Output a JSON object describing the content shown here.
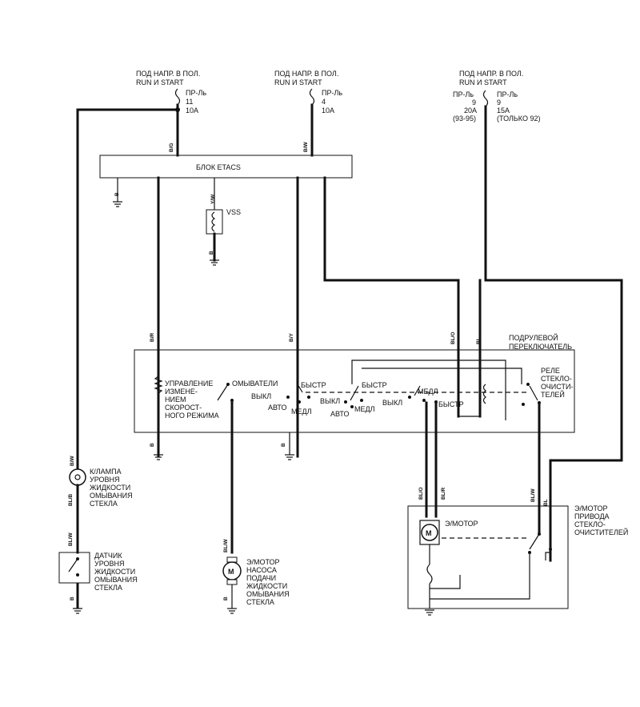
{
  "supplies": [
    {
      "line1": "ПОД НАПР. В ПОЛ.",
      "line2": "RUN И   START",
      "fuse": "ПР-Ль",
      "num": "11",
      "amp": "10A"
    },
    {
      "line1": "ПОД НАПР. В ПОЛ.",
      "line2": "RUN И   START",
      "fuse": "ПР-Ль",
      "num": "4",
      "amp": "10A"
    },
    {
      "line1": "ПОД НАПР. В ПОЛ.",
      "line2": "RUN И   START",
      "fuse_a": "ПР-Ль",
      "num_a": "9",
      "amp_a": "20A",
      "note_a": "(93-95)",
      "fuse_b": "ПР-Ль",
      "num_b": "9",
      "amp_b": "15A",
      "note_b": "(ТОЛЬКО 92)"
    }
  ],
  "etacs_label": "БЛОК ETACS",
  "vss_label": "VSS",
  "switch_block": {
    "title_line1": "ПОДРУЛЕВОЙ",
    "title_line2": "ПЕРЕКЛЮЧАТЕЛЬ",
    "speed_ctrl": [
      "УПРАВЛЕНИЕ",
      "ИЗМЕНЕ-",
      "НИЕМ",
      "СКОРОСТ-",
      "НОГО РЕЖИМА"
    ],
    "washers": "ОМЫВАТЕЛИ",
    "fast": "БЫСТР",
    "off": "ВЫКЛ",
    "auto": "АВТО",
    "slow": "МЕДЛ",
    "relay": [
      "РЕЛЕ",
      "СТЕКЛО-",
      "ОЧИСТИ-",
      "ТЕЛЕЙ"
    ]
  },
  "lamp_label": [
    "К/ЛАМПА",
    "УРОВНЯ",
    "ЖИДКОСТИ",
    "ОМЫВАНИЯ",
    "СТЕКЛА"
  ],
  "sensor_label": [
    "ДАТЧИК",
    "УРОВНЯ",
    "ЖИДКОСТИ",
    "ОМЫВАНИЯ",
    "СТЕКЛА"
  ],
  "pump_label": [
    "Э/МОТОР",
    "НАСОСА",
    "ПОДАЧИ",
    "ЖИДКОСТИ",
    "ОМЫВАНИЯ",
    "СТЕКЛА"
  ],
  "wiper_motor_label": [
    "Э/МОТОР",
    "ПРИВОДА",
    "СТЕКЛО-",
    "ОЧИСТИТЕЛЕЙ"
  ],
  "motor_inner_label": "Э/МОТОР",
  "motor_symbol": "M",
  "wire_colors": {
    "bg": "B/G",
    "bw": "B/W",
    "yw": "Y/W",
    "b": "B",
    "br": "B/R",
    "by": "B/Y",
    "blo": "BL/O",
    "bl": "BL",
    "blb": "BL/B",
    "blw": "BL/W",
    "blr": "BL/R"
  }
}
